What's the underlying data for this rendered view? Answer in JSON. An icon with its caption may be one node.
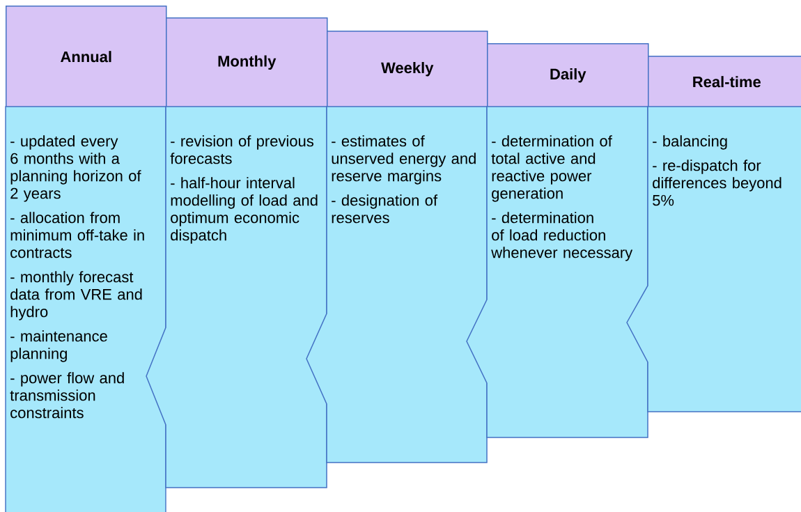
{
  "diagram": {
    "nodes": [
      {
        "text": [
          "Annual"
        ]
      },
      {
        "text": [
          "- updated every 6 months with a planning horizon of 2 years",
          "- allocation from minimum off-take in contracts",
          "- monthly forecast data from VRE and hydro",
          "- maintenance planning",
          "- power flow and transmission constraints"
        ]
      },
      {
        "text": [
          "Monthly"
        ]
      },
      {
        "text": [
          "- revision of previous forecasts",
          "- half-hour interval modelling of load and optimum economic dispatch"
        ]
      },
      {
        "text": [
          "Weekly"
        ]
      },
      {
        "text": [
          "- estimates of unserved energy and reserve margins",
          "- designation of reserves"
        ]
      },
      {
        "text": [
          "Daily"
        ]
      },
      {
        "text": [
          "- determination of total active and reactive power generation",
          "- determination of load reduction whenever necessary"
        ]
      },
      {
        "text": [
          "Real-time"
        ]
      },
      {
        "text": [
          "- balancing",
          "- re-dispatch for differences beyond 5%"
        ]
      }
    ]
  }
}
